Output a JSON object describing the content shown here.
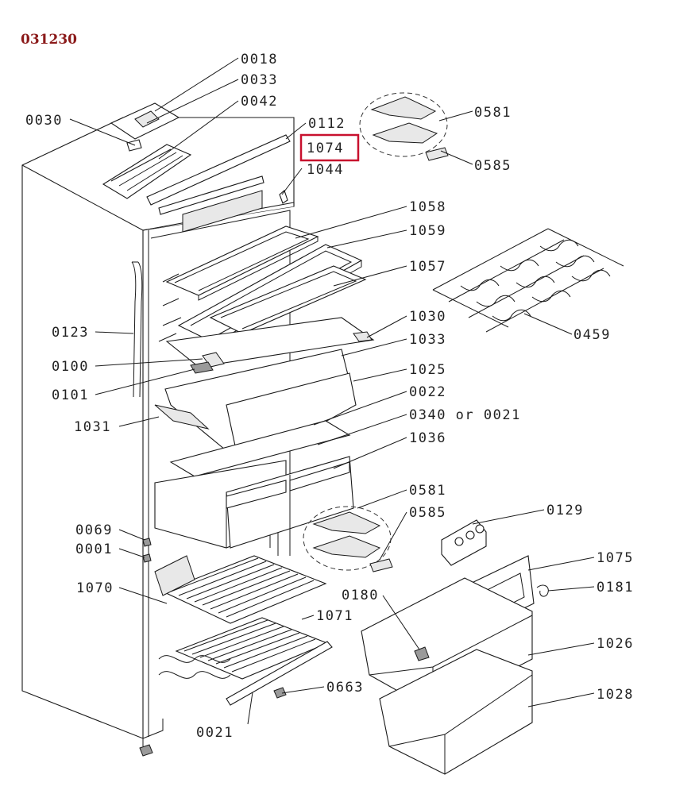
{
  "diagram": {
    "title": "031230",
    "highlighted_part": "1074",
    "highlight_color": "#c8102e",
    "title_color": "#8b1a1a",
    "labels": [
      "0018",
      "0033",
      "0042",
      "0030",
      "0112",
      "1074",
      "1044",
      "0581",
      "0585",
      "1058",
      "1059",
      "1057",
      "1030",
      "1033",
      "1025",
      "0022",
      "0340 or 0021",
      "1036",
      "0123",
      "0100",
      "0101",
      "1031",
      "0459",
      "0581",
      "0585",
      "0129",
      "0069",
      "0001",
      "1075",
      "0181",
      "1070",
      "0180",
      "1071",
      "1026",
      "1028",
      "0663",
      "0021"
    ]
  }
}
